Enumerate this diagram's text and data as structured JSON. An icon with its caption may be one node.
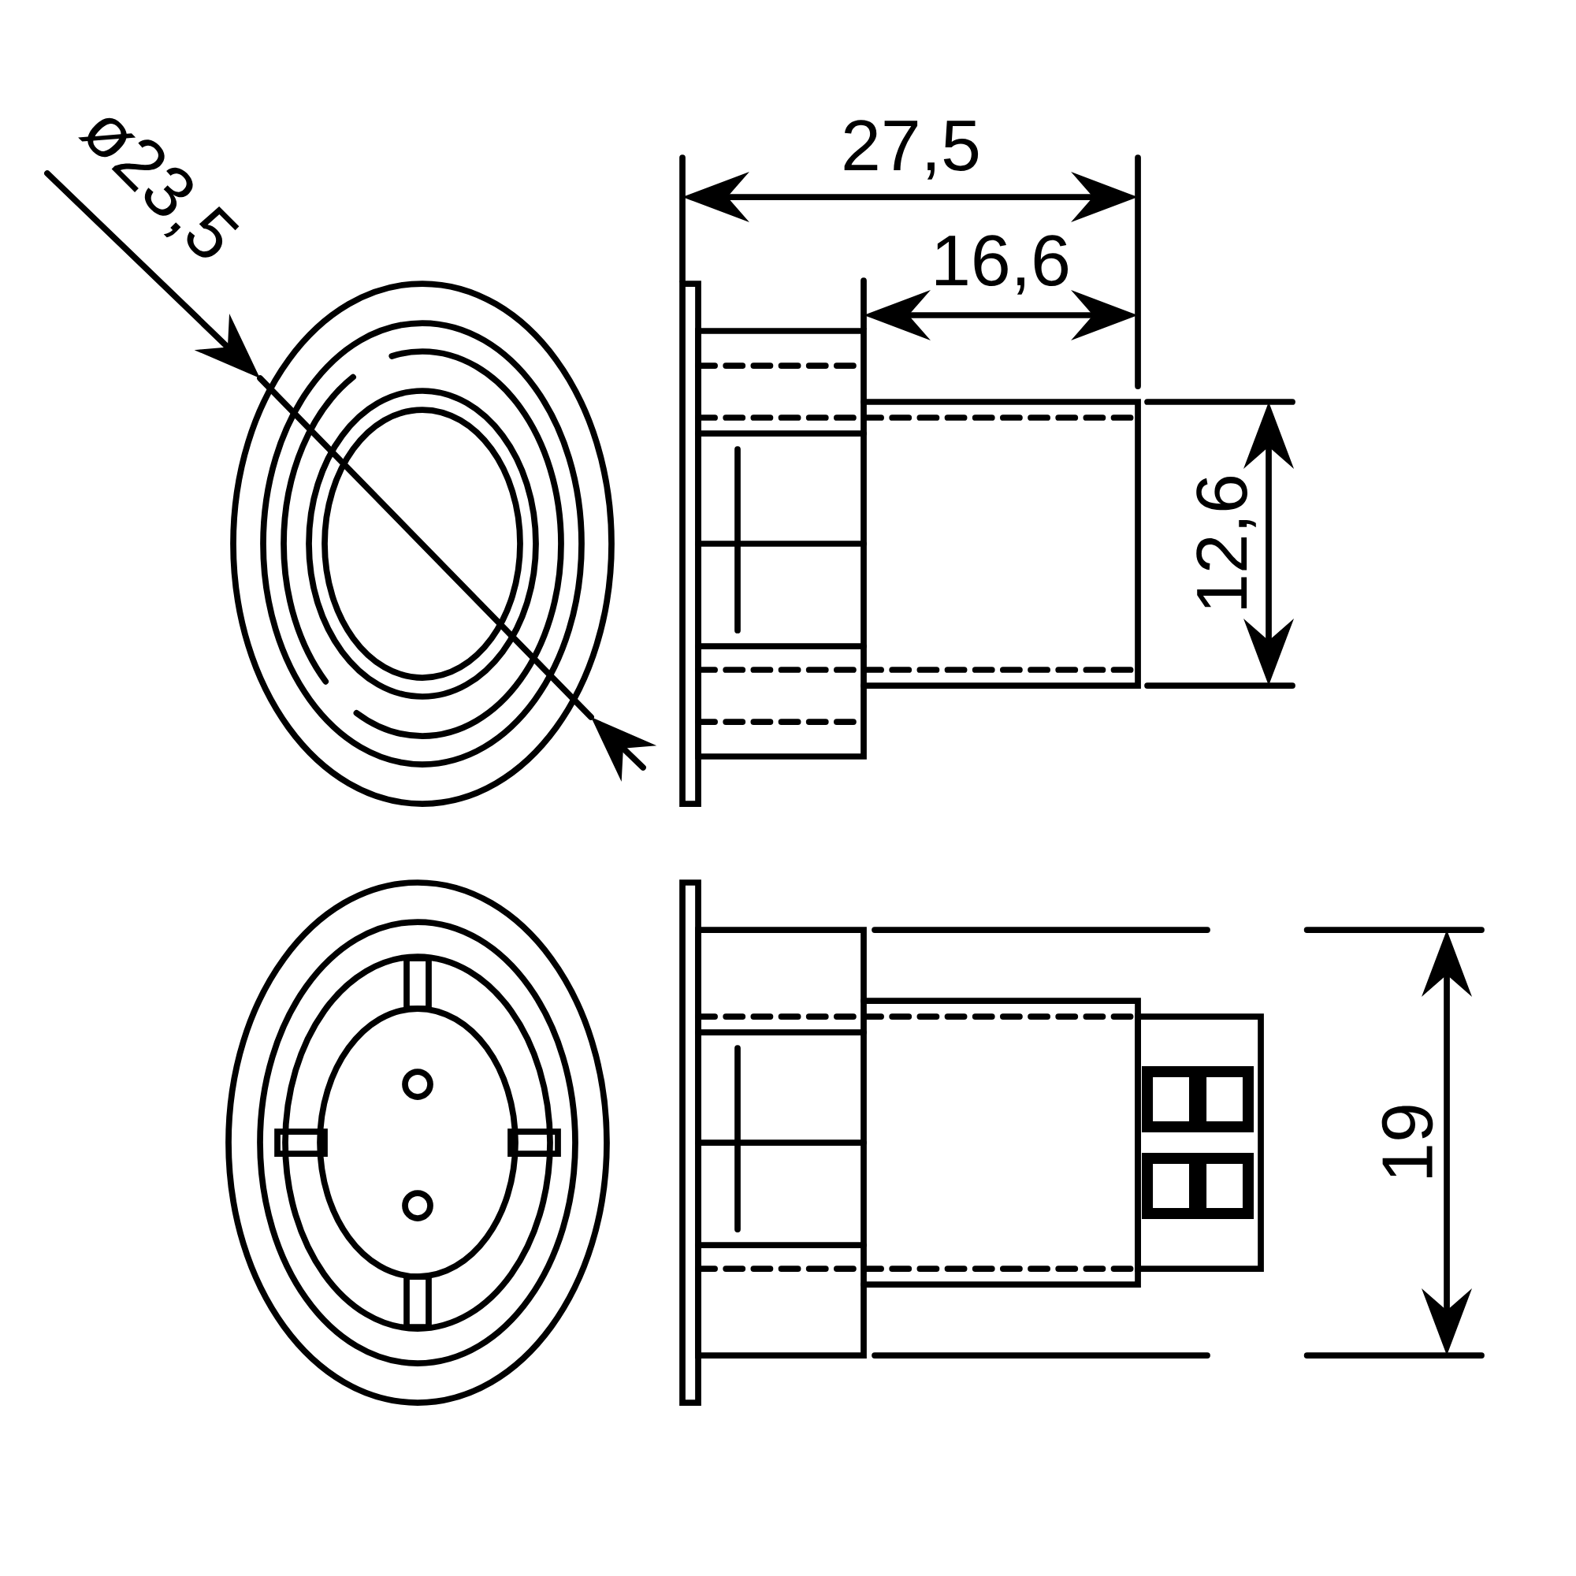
{
  "diagram": {
    "labels": [
      "ø23,5",
      "27,5",
      "16,6",
      "12,6",
      "19"
    ]
  }
}
